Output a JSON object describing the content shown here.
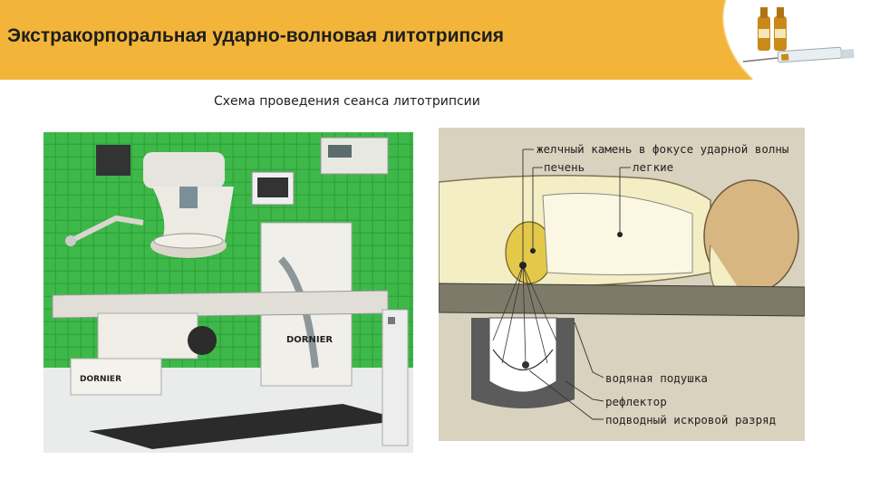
{
  "header": {
    "title": "Экстракорпоральная ударно-волновая литотрипсия",
    "accent_color": "#f2b53a"
  },
  "subtitle": "Схема проведения сеанса литотрипсии",
  "photo": {
    "brand_label_1": "DORNIER",
    "brand_label_2": "DORNIER"
  },
  "diagram": {
    "labels": {
      "stone": "желчный камень в фокусе ударной волны",
      "liver": "печень",
      "lungs": "легкие",
      "water_cushion": "водяная подушка",
      "reflector": "рефлектор",
      "spark": "подводный искровой разряд"
    }
  }
}
